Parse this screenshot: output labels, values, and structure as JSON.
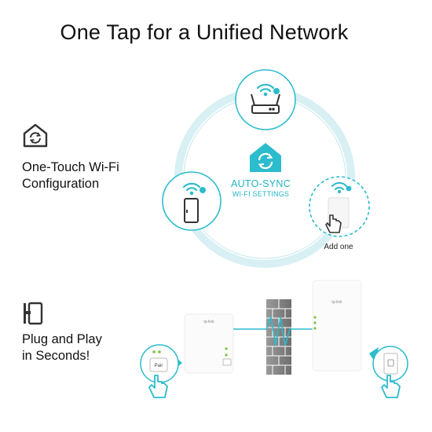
{
  "title": "One Tap for a Unified Network",
  "features": [
    {
      "label_line1": "One-Touch Wi-Fi",
      "label_line2": "Configuration",
      "icon": "home-sync-icon"
    },
    {
      "label_line1": "Plug and Play",
      "label_line2": "in Seconds!",
      "icon": "plug-device-icon"
    }
  ],
  "sync": {
    "line1": "AUTO-SYNC",
    "line2": "WI-FI SETTINGS"
  },
  "add_one": "Add one",
  "device_brand": "tp-link",
  "pair_label": "Pair",
  "colors": {
    "accent": "#2bbccd",
    "accent_dark": "#1fa8bb",
    "led_green": "#7cc242",
    "text": "#111111"
  }
}
